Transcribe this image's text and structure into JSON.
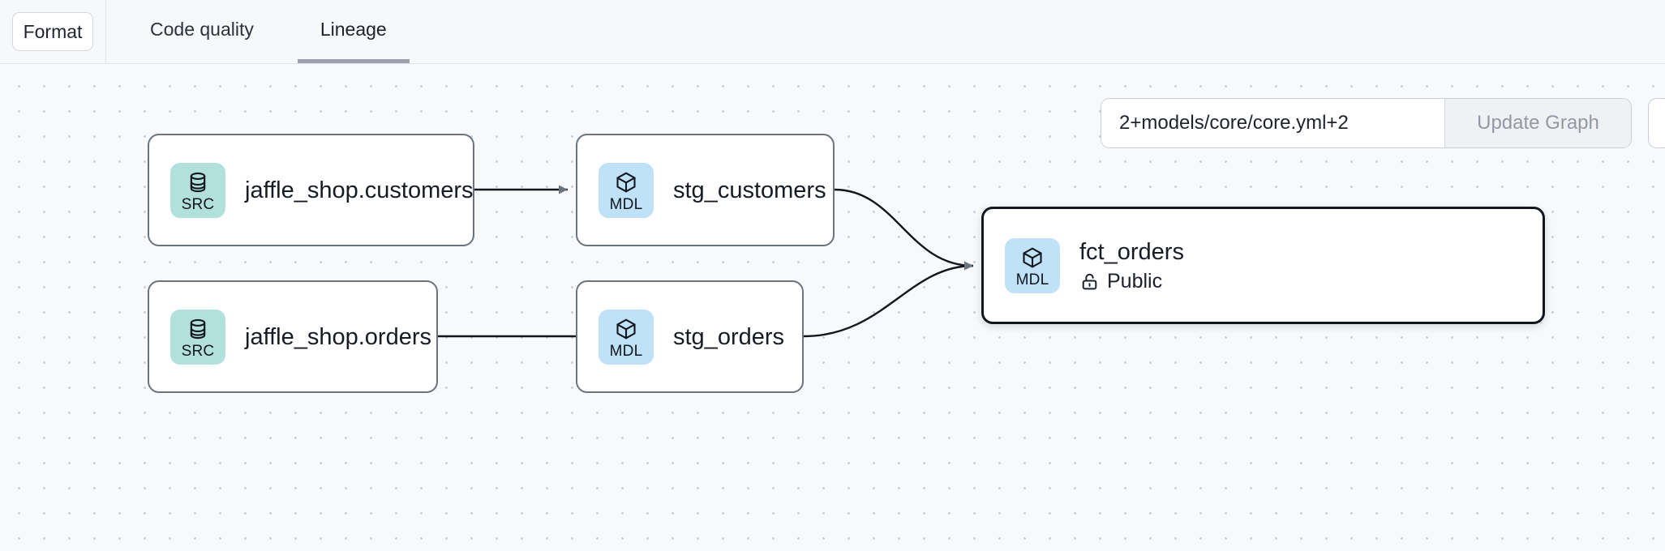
{
  "header": {
    "format_button": "Format",
    "tabs": [
      {
        "label": "Code quality",
        "active": false
      },
      {
        "label": "Lineage",
        "active": true
      }
    ]
  },
  "toolbar": {
    "selector_value": "2+models/core/core.yml+2",
    "selector_placeholder": "",
    "update_button": "Update Graph"
  },
  "graph": {
    "nodes": [
      {
        "id": "src-customers",
        "badge": "SRC",
        "badge_icon": "database-icon",
        "title": "jaffle_shop.customers",
        "subtitle": "",
        "selected": false
      },
      {
        "id": "stg-customers",
        "badge": "MDL",
        "badge_icon": "cube-icon",
        "title": "stg_customers",
        "subtitle": "",
        "selected": false
      },
      {
        "id": "src-orders",
        "badge": "SRC",
        "badge_icon": "database-icon",
        "title": "jaffle_shop.orders",
        "subtitle": "",
        "selected": false
      },
      {
        "id": "stg-orders",
        "badge": "MDL",
        "badge_icon": "cube-icon",
        "title": "stg_orders",
        "subtitle": "",
        "selected": false
      },
      {
        "id": "fct-orders",
        "badge": "MDL",
        "badge_icon": "cube-icon",
        "title": "fct_orders",
        "subtitle": "Public",
        "subtitle_icon": "unlock-icon",
        "selected": true
      }
    ],
    "edges": [
      {
        "from": "src-customers",
        "to": "stg-customers"
      },
      {
        "from": "src-orders",
        "to": "stg-orders"
      },
      {
        "from": "stg-customers",
        "to": "fct-orders"
      },
      {
        "from": "stg-orders",
        "to": "fct-orders"
      }
    ]
  },
  "colors": {
    "canvas_background": "#f7f9fb",
    "grid_dot": "#c9ced8",
    "node_border": "#6b7280",
    "node_border_selected": "#11161f",
    "badge_src_background": "#b2e0db",
    "badge_mdl_background": "#bfe2f8",
    "tab_active_underline": "#9aa1ae",
    "header_background": "#f7f8fa",
    "update_button_background": "#f0f1f4",
    "update_button_text": "#9298a4"
  }
}
